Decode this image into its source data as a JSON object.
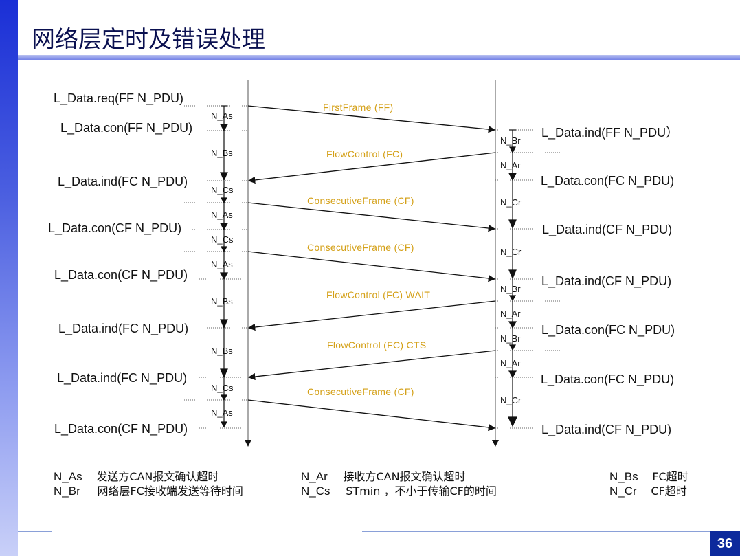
{
  "title": "网络层定时及错误处理",
  "page_number": "36",
  "left_primitives": [
    {
      "id": "l0",
      "text": "L_Data.req(FF N_PDU)"
    },
    {
      "id": "l1",
      "text": "L_Data.con(FF N_PDU)"
    },
    {
      "id": "l2",
      "text": "L_Data.ind(FC N_PDU)"
    },
    {
      "id": "l3",
      "text": "L_Data.con(CF N_PDU)"
    },
    {
      "id": "l4",
      "text": "L_Data.con(CF N_PDU)"
    },
    {
      "id": "l5",
      "text": "L_Data.ind(FC N_PDU)"
    },
    {
      "id": "l6",
      "text": "L_Data.ind(FC N_PDU)"
    },
    {
      "id": "l7",
      "text": "L_Data.con(CF N_PDU)"
    }
  ],
  "right_primitives": [
    {
      "id": "r0",
      "text": "L_Data.ind(FF N_PDU）"
    },
    {
      "id": "r1",
      "text": "L_Data.con(FC N_PDU)"
    },
    {
      "id": "r2",
      "text": "L_Data.ind(CF N_PDU)"
    },
    {
      "id": "r3",
      "text": "L_Data.ind(CF N_PDU)"
    },
    {
      "id": "r4",
      "text": "L_Data.con(FC N_PDU)"
    },
    {
      "id": "r5",
      "text": "L_Data.con(FC N_PDU)"
    },
    {
      "id": "r6",
      "text": "L_Data.ind(CF N_PDU)"
    }
  ],
  "frames": [
    {
      "id": "f0",
      "text": "FirstFrame (FF)"
    },
    {
      "id": "f1",
      "text": "FlowControl (FC)"
    },
    {
      "id": "f2",
      "text": "ConsecutiveFrame (CF)"
    },
    {
      "id": "f3",
      "text": "ConsecutiveFrame (CF)"
    },
    {
      "id": "f4",
      "text": "FlowControl (FC)  WAIT"
    },
    {
      "id": "f5",
      "text": "FlowControl (FC)   CTS"
    },
    {
      "id": "f6",
      "text": "ConsecutiveFrame (CF)"
    }
  ],
  "left_timers": [
    "N_As",
    "N_Bs",
    "N_Cs",
    "N_As",
    "N_Cs",
    "N_As",
    "N_Bs",
    "N_Bs",
    "N_Cs",
    "N_As"
  ],
  "right_timers": [
    "N_Br",
    "N_Ar",
    "N_Cr",
    "N_Cr",
    "N_Br",
    "N_Ar",
    "N_Br",
    "N_Ar",
    "N_Cr"
  ],
  "legend": {
    "row1": [
      {
        "code": "N_As",
        "desc": "发送方CAN报文确认超时"
      },
      {
        "code": "N_Ar",
        "desc": "接收方CAN报文确认超时"
      },
      {
        "code": "N_Bs",
        "desc": "FC超时"
      }
    ],
    "row2": [
      {
        "code": "N_Br",
        "desc": "网络层FC接收端发送等待时间"
      },
      {
        "code": "N_Cs",
        "desc": "STmin ，不小于传输CF的时间"
      },
      {
        "code": "N_Cr",
        "desc": "CF超时"
      }
    ]
  }
}
